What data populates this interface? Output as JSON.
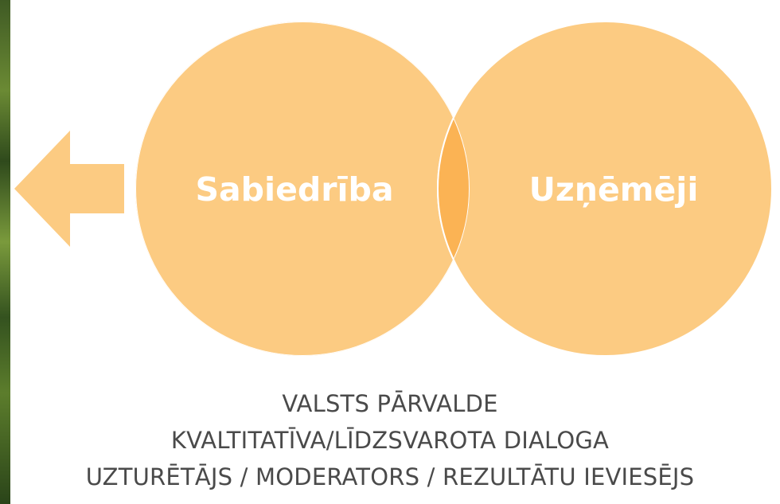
{
  "diagram": {
    "left_circle_label": "Sabiedrība",
    "right_circle_label": "Uzņēmēji",
    "colors": {
      "circle_fill": "#FCCB82",
      "overlap_fill": "#FBB354",
      "arrow_fill": "#FCCB82",
      "label_color": "#FFFFFF"
    }
  },
  "footer": {
    "line1": "VALSTS PĀRVALDE",
    "line2": "KVALTITATĪVA/LĪDZSVAROTA DIALOGA",
    "line3": "UZTURĒTĀJS / MODERATORS / REZULTĀTU IEVIESĒJS"
  }
}
